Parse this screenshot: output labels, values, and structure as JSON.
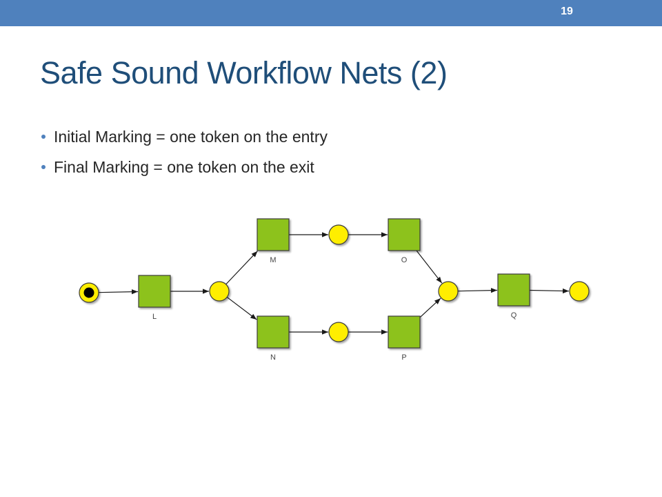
{
  "slide": {
    "number": "19",
    "title": "Safe Sound Workflow Nets (2)",
    "bullets": [
      "Initial Marking = one token on the entry",
      "Final Marking = one token on the exit"
    ]
  },
  "colors": {
    "header_bar": "#4f81bd",
    "title": "#1f4e79",
    "transition_fill": "#8dc21f",
    "place_fill": "#ffee00",
    "token": "#000000"
  },
  "diagram": {
    "transitions": [
      {
        "id": "L",
        "label": "L"
      },
      {
        "id": "M",
        "label": "M"
      },
      {
        "id": "N",
        "label": "N"
      },
      {
        "id": "O",
        "label": "O"
      },
      {
        "id": "P",
        "label": "P"
      },
      {
        "id": "Q",
        "label": "Q"
      }
    ],
    "places": [
      {
        "id": "entry",
        "tokens": 1
      },
      {
        "id": "p1",
        "tokens": 0
      },
      {
        "id": "p2",
        "tokens": 0
      },
      {
        "id": "p3",
        "tokens": 0
      },
      {
        "id": "p4",
        "tokens": 0
      },
      {
        "id": "exit",
        "tokens": 0
      }
    ],
    "arcs": [
      [
        "entry",
        "L"
      ],
      [
        "L",
        "p1"
      ],
      [
        "p1",
        "M"
      ],
      [
        "p1",
        "N"
      ],
      [
        "M",
        "p2"
      ],
      [
        "p2",
        "O"
      ],
      [
        "N",
        "p3"
      ],
      [
        "p3",
        "P"
      ],
      [
        "O",
        "p4"
      ],
      [
        "P",
        "p4"
      ],
      [
        "p4",
        "Q"
      ],
      [
        "Q",
        "exit"
      ]
    ]
  }
}
